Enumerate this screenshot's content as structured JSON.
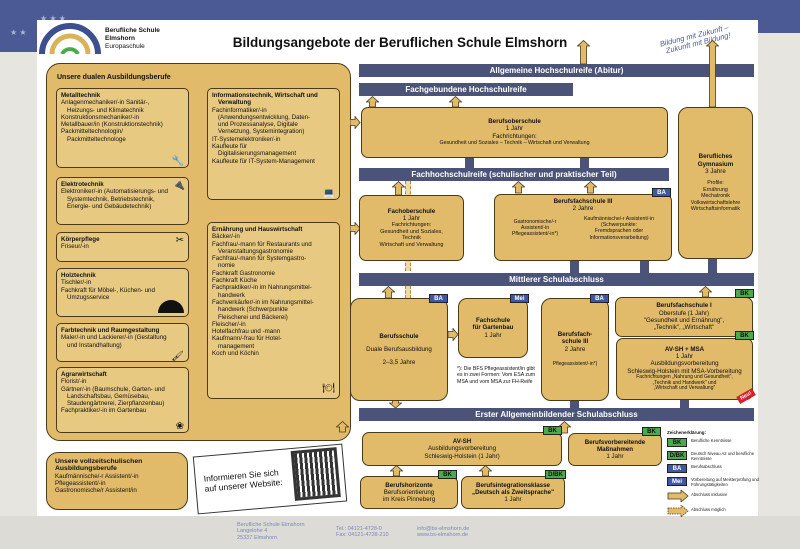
{
  "header": {
    "school_line1": "Berufliche Schule",
    "school_line2": "Elmshorn",
    "school_line3": "Europaschule",
    "title": "Bildungsangebote der Beruflichen Schule Elmshorn",
    "slogan1": "Bildung mit Zukunft –",
    "slogan2": "Zukunft mit Bildung!"
  },
  "dual": {
    "heading": "Unsere dualen Ausbildungsberufe",
    "metall": {
      "title": "Metalltechnik",
      "lines": [
        "Anlagenmechaniker/-in Sanitär-,",
        "Heizungs- und Klimatechnik",
        "Konstruktionsmechaniker/-in",
        "Metallbauer/in (Konstruktionstechnik)",
        "Packmitteltechnologin/",
        "Packmitteltechnologe"
      ]
    },
    "elektro": {
      "title": "Elektrotechnik",
      "lines": [
        "Elektroniker/-in (Automatisierungs- und",
        "Systemtechnik, Betriebstechnik,",
        "Energie- und Gebäudetechnik)"
      ]
    },
    "koerper": {
      "title": "Körperpflege",
      "lines": [
        "Friseur/-in"
      ]
    },
    "holz": {
      "title": "Holztechnik",
      "lines": [
        "Tischler/-in",
        "Fachkraft für Möbel-, Küchen- und",
        "Umzugsservice"
      ]
    },
    "farb": {
      "title": "Farbtechnik und Raumgestaltung",
      "lines": [
        "Maler/-in und Lackierer/-in (Gestaltung",
        "und Instandhaltung)"
      ]
    },
    "agrar": {
      "title": "Agrarwirtschaft",
      "lines": [
        "Florist/-in",
        "Gärtner/-in (Baumschule, Garten- und",
        "Landschaftsbau, Gemüsebau,",
        "Staudengärtnerei, Zierpflanzenbau)",
        "Fachpraktiker/-in im Gartenbau"
      ]
    },
    "it": {
      "title1": "Informationstechnik, Wirtschaft und",
      "title2": "Verwaltung",
      "lines": [
        "Fachinformatiker/-in",
        "(Anwendungsentwicklung, Daten-",
        "und Prozessanalyse, Digitale",
        "Vernetzung, Systemintegration)",
        "IT-Systemelektroniker/-in",
        "Kaufleute für",
        "Digitalisierungsmanagement",
        "Kaufleute für IT-System-Management"
      ]
    },
    "ernaehrung": {
      "title": "Ernährung und Hauswirtschaft",
      "lines": [
        "Bäcker/-in",
        "Fachfrau/-mann für Restaurants und",
        "Veranstaltungsgastronomie",
        "Fachfrau/-mann für Systemgastro-",
        "nomie",
        "Fachkraft Gastronomie",
        "Fachkraft Küche",
        "Fachpraktiker/-in im Nahrungsmittel-",
        "handwerk",
        "Fachverkäufer/-in im Nahrungsmittel-",
        "handwerk (Schwerpunkte",
        "Fleischerei und Bäckerei)",
        "Fleischer/-in",
        "Hotelfachfrau und -mann",
        "Kaufmann/-frau für Hotel-",
        "management",
        "Koch und Köchin"
      ]
    }
  },
  "vollzeit": {
    "title1": "Unsere vollzeitschulischen",
    "title2": "Ausbildungsberufe",
    "lines": [
      "Kaufmännische/-r Assistent/-in",
      "Pflegeassistent/-in",
      "Gastronomische/r Assistent/in"
    ]
  },
  "qr": {
    "text1": "Informieren Sie sich",
    "text2": "auf unserer Website:"
  },
  "bars": {
    "abitur": "Allgemeine Hochschulreife (Abitur)",
    "fachgebunden": "Fachgebundene Hochschulreife",
    "fhr": "Fachhochschulreife (schulischer und praktischer Teil)",
    "msa": "Mittlerer Schulabschluss",
    "esa": "Erster Allgemeinbildender Schulabschluss"
  },
  "schools": {
    "bos": {
      "title": "Berufsoberschule",
      "dur": "1 Jahr",
      "sub": "Fachrichtungen:",
      "detail": "Gesundheit und Soziales  – Technik – Wirtschaft und Verwaltung"
    },
    "bg": {
      "title1": "Berufliches",
      "title2": "Gymnasium",
      "dur": "3 Jahre",
      "lines": [
        "Profile:",
        "Ernährung",
        "Mechatronik",
        "Volkswirtschaftslehre",
        "Wirtschaftsinformatik"
      ]
    },
    "fos": {
      "title": "Fachoberschule",
      "dur": "1 Jahr",
      "lines": [
        "Fachrichtungen:",
        "Gesundheit und Soziales,",
        "Technik",
        "Wirtschaft und Verwaltung"
      ]
    },
    "bfs3a": {
      "title": "Berufsfachschule III",
      "dur": "2 Jahre",
      "left": [
        "Gastronomische/-r",
        "Assistent/-in",
        "Pflegeassistent/-in*)"
      ],
      "right": [
        "Kaufmännische/-r  Assistent/-in",
        "(Schwerpunkte:",
        "Fremdsprachen oder",
        "Informationsverarbeitung)"
      ],
      "badge": "BA"
    },
    "bs": {
      "title": "Berufsschule",
      "sub": "Duale Berufsausbildung",
      "dur": "2–3,5 Jahre",
      "badge": "BA"
    },
    "garten": {
      "title1": "Fachschule",
      "title2": "für Gartenbau",
      "dur": "1 Jahr",
      "badge": "Mei"
    },
    "footnote": "*): Die BFS Pflegeassistent/in gibt es in zwei Formen: Vom ESA zum MSA und vom MSA zur FH-Reife",
    "bfs3b": {
      "title1": "Berufsfach-",
      "title2": "schule III",
      "dur": "2 Jahre",
      "detail": "Pflegeassistent/-in*)",
      "badge": "BA"
    },
    "bfs1": {
      "title": "Berufsfachschule I",
      "lines": [
        "Oberstufe (1 Jahr)",
        "\"Gesundheit und Ernährung\",",
        "„Technik\", „Wirtschaft\""
      ],
      "badge": "BK"
    },
    "avmsa": {
      "title": "AV-SH + MSA",
      "lines": [
        "1 Jahr",
        "Ausbildungsvorbereitung",
        "Schleswig-Holstein mit MSA-Vorbereitung"
      ],
      "small": [
        "Fachrichtungen „Nahrung und Gesundheit\",",
        "„Technik und Handwerk\" und",
        "„Wirtschaft und Verwaltung\""
      ],
      "badge": "BK",
      "new": "Neu!"
    },
    "avsh": {
      "title": "AV-SH",
      "lines": [
        "Ausbildungsvorbereitung",
        "Schleswig-Holstein (1 Jahr)"
      ],
      "badge": "BK"
    },
    "bvm": {
      "title1": "Berufsvorbereitende",
      "title2": "Maßnahmen",
      "dur": "1 Jahr",
      "badge": "BK"
    },
    "bh": {
      "title": "Berufshorizonte",
      "lines": [
        "Berufsorientierung",
        "im Kreis Pinneberg"
      ],
      "badge": "BK"
    },
    "bik": {
      "title": "Berufsintegrationsklasse",
      "sub": "„Deutsch als Zweitsprache\"",
      "dur": "1 Jahr",
      "badge": "D/BK"
    }
  },
  "legend": {
    "title": "Zeichenerklärung:",
    "items": [
      {
        "badge": "BK",
        "text": "Berufliche Kenntnisse"
      },
      {
        "badge": "D/BK",
        "text": "Deutsch Niveau A2 und berufliche Kenntnisse"
      },
      {
        "badge": "BA",
        "text": "Berufsabschluss"
      },
      {
        "badge": "Mei",
        "text": "Vorbereitung auf Meisterprüfung und Führungstätigkeiten"
      }
    ],
    "arrow_solid": "Abschluss inklusive",
    "arrow_dashed": "Abschluss möglich"
  },
  "footer": {
    "addr": [
      "Berufliche Schule Elmshorn",
      "Langelohe 4",
      "25337 Elmshorn"
    ],
    "tel": [
      "Tel.: 04121-4728-0",
      "Fax: 04121-4728-210"
    ],
    "web": [
      "info@bs-elmshorn.de",
      "www.bs-elmshorn.de"
    ]
  },
  "colors": {
    "box": "#e2bb6a",
    "bar": "#4b5478",
    "ba": "#3f58a4",
    "bk": "#4caa4c",
    "band": "#4b5a94"
  }
}
